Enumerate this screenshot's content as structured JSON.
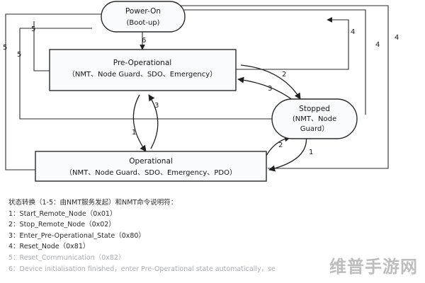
{
  "nodes": {
    "power_on": {
      "title": "Power-On",
      "subtitle": "(Boot-up)"
    },
    "pre_operational": {
      "title": "Pre-Operational",
      "subtitle": "（NMT、Node Guard、SDO、Emergency）"
    },
    "stopped": {
      "title": "Stopped",
      "subtitle_line1": "(NMT、Node",
      "subtitle_line2": "Guard）"
    },
    "operational": {
      "title": "Operational",
      "subtitle": "（NMT、Node Guard、SDO、Emergency、PDO）"
    }
  },
  "transitions": {
    "t6": "6",
    "t5_outer": "5",
    "t5_inner": "5",
    "t4_inner": "4",
    "t4_mid": "4",
    "t4_outer": "4",
    "t3_stopped_to_pre": "3",
    "t2_pre_to_stopped": "2",
    "t3_op_to_pre": "3",
    "t1_pre_to_op": "1",
    "t2_op_to_stopped": "2",
    "t1_stopped_to_op": "1"
  },
  "legend": {
    "heading": "状态转换（1-5：由NMT服务发起）和NMT命令说明符：",
    "items": [
      "1：Start_Remote_Node（0x01）",
      "2：Stop_Remote_Node（0x02）",
      "3：Enter_Pre-Operational_State（0x80）",
      "4：Reset_Node（0x81）",
      "5：Reset_Communication（0x82）",
      "6：Device initialisation finished，enter Pre-Operational state automatically，se"
    ]
  },
  "watermark": "维普手游网"
}
